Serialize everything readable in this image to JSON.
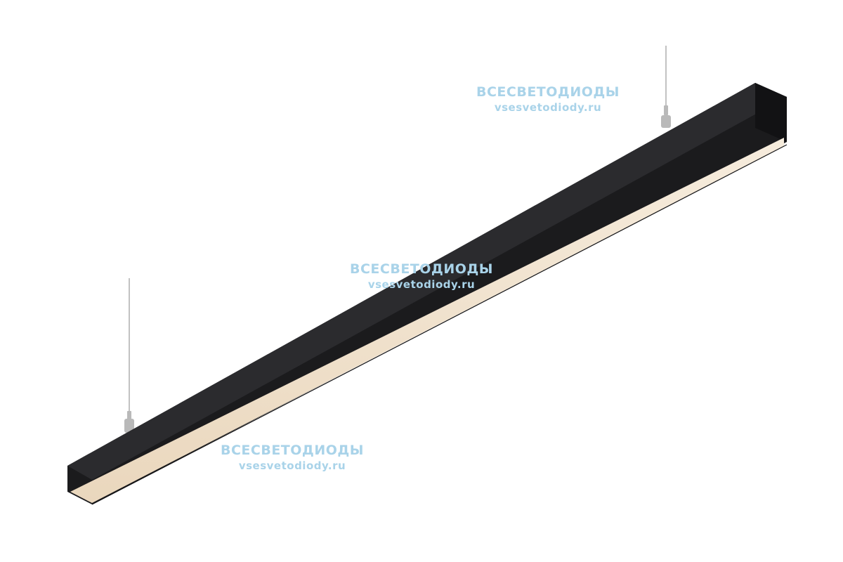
{
  "colors": {
    "background": "#ffffff",
    "body_front": "#1b1b1d",
    "body_top": "#2b2b2e",
    "end_cap": "#121214",
    "diffuser_light": "#f6ecdd",
    "diffuser_mid": "#ead7bd",
    "cable": "#a9a9a9",
    "mount": "#b9b9b9",
    "watermark": "#a9d3e9"
  },
  "icons": {
    "product": "linear-pendant-lamp",
    "suspension": "cable-suspension"
  },
  "watermarks": [
    {
      "line1": "ВСЕСВЕТОДИОДЫ",
      "line2": "vsesvetodiody.ru"
    },
    {
      "line1": "ВСЕСВЕТОДИОДЫ",
      "line2": "vsesvetodiody.ru"
    },
    {
      "line1": "ВСЕСВЕТОДИОДЫ",
      "line2": "vsesvetodiody.ru"
    }
  ]
}
